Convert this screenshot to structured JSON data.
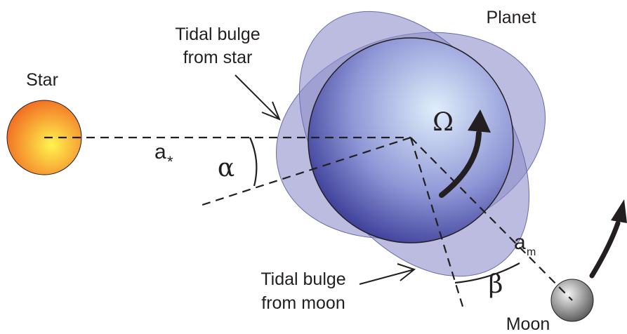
{
  "labels": {
    "star": "Star",
    "planet": "Planet",
    "moon": "Moon",
    "bulge_star_line1": "Tidal bulge",
    "bulge_star_line2": "from star",
    "bulge_moon_line1": "Tidal bulge",
    "bulge_moon_line2": "from moon",
    "omega": "Ω",
    "alpha": "α",
    "beta": "β",
    "a_star_base": "a",
    "a_star_sub": "*",
    "a_moon_base": "a",
    "a_moon_sub": "m"
  },
  "colors": {
    "bulge_fill": "#8e8fca",
    "planet_center": "#dfeefb",
    "planet_edge": "#2e2f8e",
    "star_center": "#fff44f",
    "star_edge": "#f26b22",
    "moon_center": "#f2f2f2",
    "moon_edge": "#555555",
    "line": "#231f20"
  }
}
